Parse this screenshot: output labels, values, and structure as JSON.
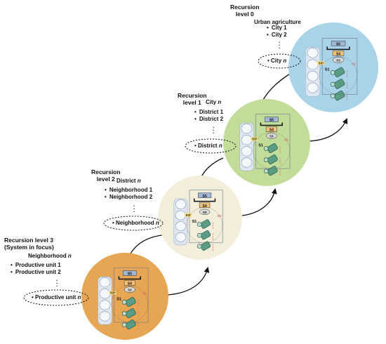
{
  "levels": [
    {
      "recursion_line1": "Recursion",
      "recursion_line2": "level 0",
      "system": "Urban agriculture",
      "items": [
        "City 1",
        "City 2"
      ],
      "target_name": "City",
      "target_var": "n",
      "circle_color": "#a9d3e9"
    },
    {
      "recursion_line1": "Recursion",
      "recursion_line2": "level 1",
      "system_name": "City",
      "system_var": "n",
      "items": [
        "District 1",
        "District 2"
      ],
      "target_name": "District",
      "target_var": "n",
      "circle_color": "#c2dc9a"
    },
    {
      "recursion_line1": "Recursion",
      "recursion_line2": "level 2",
      "system_name": "District",
      "system_var": "n",
      "items": [
        "Neighborhood 1",
        "Neighborhood 2"
      ],
      "target_name": "Neighborhood",
      "target_var": "n",
      "circle_color": "#f2eedb"
    },
    {
      "recursion_line1": "Recursion level 3",
      "recursion_line2": "(System in focus)",
      "system_name": "Neighborhood",
      "system_var": "n",
      "items": [
        "Productive unit 1",
        "Productive unit 2"
      ],
      "target_name": "Productive unit",
      "target_var": "n",
      "circle_color": "#e6a654"
    }
  ],
  "vsm": {
    "s5": "S5",
    "s4": "S4",
    "s3": "S3",
    "s3star": "S3*",
    "s2": "S2",
    "s1": "S1"
  },
  "colors": {
    "s5_box": "#9fb7d4",
    "s4_box": "#f2c27a",
    "s3_box": "#ffe07a",
    "s1_unit": "#5a9d84",
    "s2_mark": "#e06666",
    "env_blob": "#dde6f1",
    "arrow": "#111111"
  }
}
